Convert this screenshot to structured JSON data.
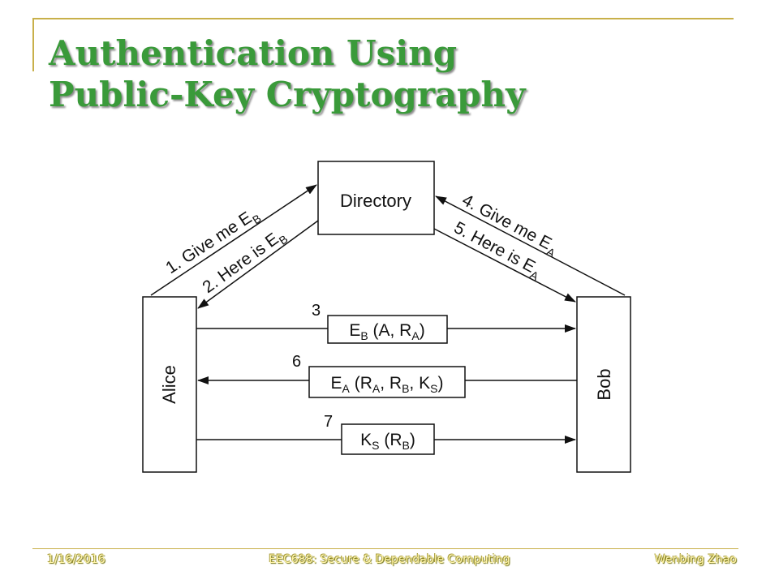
{
  "title": {
    "line1": "Authentication Using",
    "line2": "Public-Key Cryptography"
  },
  "diagram": {
    "directory": "Directory",
    "alice": "Alice",
    "bob": "Bob",
    "msg1": "1. Give me E",
    "msg1_sub": "B",
    "msg2": "2. Here is E",
    "msg2_sub": "B",
    "msg4": "4. Give me E",
    "msg4_sub": "A",
    "msg5": "5. Here is E",
    "msg5_sub": "A",
    "step3": "3",
    "step6": "6",
    "step7": "7",
    "box3": {
      "p1": "E",
      "s1": "B",
      "p2": " (A, R",
      "s2": "A",
      "p3": ")"
    },
    "box6": {
      "p1": "E",
      "s1": "A",
      "p2": " (R",
      "s2": "A",
      "p3": ", R",
      "s3": "B",
      "p4": ", K",
      "s4": "S",
      "p5": ")"
    },
    "box7": {
      "p1": "K",
      "s1": "S",
      "p2": " (R",
      "s2": "B",
      "p3": ")"
    }
  },
  "footer": {
    "date": "1/16/2016",
    "course": "EEC688: Secure & Dependable Computing",
    "author": "Wenbing Zhao"
  },
  "colors": {
    "title": "#3a9a3a",
    "frame": "#c8b04a",
    "footer_text": "#fff4a8"
  }
}
